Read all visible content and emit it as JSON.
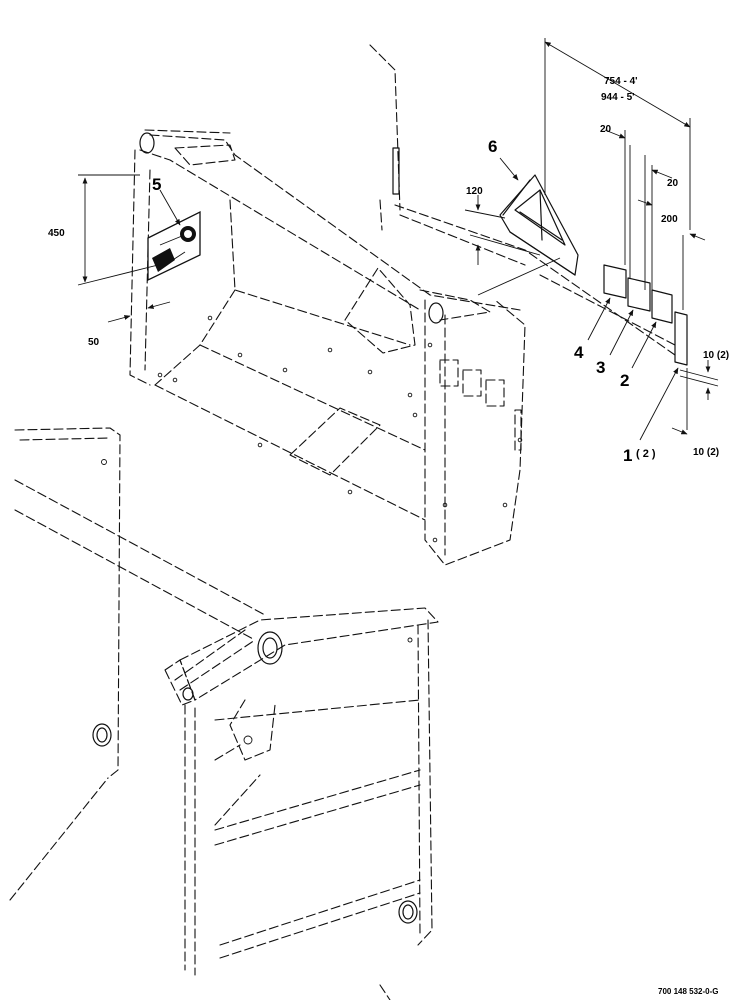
{
  "callouts": {
    "c1": "1",
    "c1_qty": "( 2 )",
    "c2": "2",
    "c3": "3",
    "c4": "4",
    "c5": "5",
    "c6": "6"
  },
  "dimensions": {
    "d_754": "754 - 4'",
    "d_944": "944 - 5'",
    "d_20a": "20",
    "d_20b": "20",
    "d_200": "200",
    "d_120": "120",
    "d_450": "450",
    "d_50": "50",
    "d_10a": "10 (2)",
    "d_10b": "10 (2)"
  },
  "drawing_number": "700 148 532-0-G"
}
